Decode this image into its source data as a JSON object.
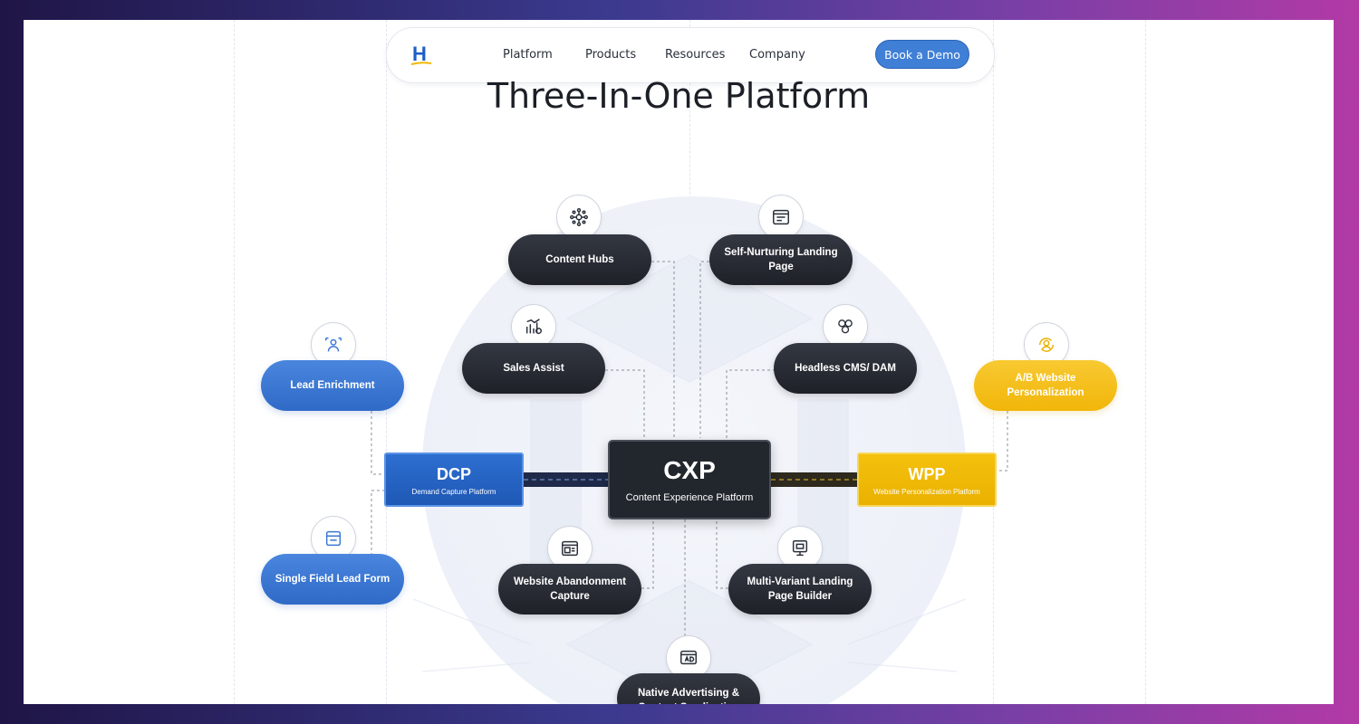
{
  "nav": {
    "logo_letter": "H",
    "items": [
      "Platform",
      "Products",
      "Resources",
      "Company"
    ],
    "cta": "Book a Demo"
  },
  "page_title": "Three-In-One Platform",
  "diagram": {
    "core": {
      "name": "CXP",
      "subtitle": "Content Experience Platform"
    },
    "left": {
      "name": "DCP",
      "subtitle": "Demand Capture Platform"
    },
    "right": {
      "name": "WPP",
      "subtitle": "Website Personalization Platform"
    },
    "nodes": {
      "content_hubs": "Content Hubs",
      "self_nurturing": "Self-Nurturing Landing Page",
      "sales_assist": "Sales Assist",
      "headless_cms": "Headless CMS/ DAM",
      "lead_enrichment": "Lead Enrichment",
      "ab_personalization": "A/B Website Personalization",
      "single_field": "Single Field Lead Form",
      "website_abandonment": "Website Abandonment Capture",
      "multi_variant": "Multi-Variant Landing Page Builder",
      "native_advertising": "Native Advertising & Content Syndication"
    },
    "icons": {
      "content_hubs": "hub-network-icon",
      "self_nurturing": "browser-window-icon",
      "sales_assist": "chart-bars-icon",
      "headless_cms": "cms-hexagons-icon",
      "lead_enrichment": "user-target-icon",
      "ab_personalization": "user-cycle-icon",
      "single_field": "form-window-icon",
      "website_abandonment": "web-page-icon",
      "multi_variant": "monitor-builder-icon",
      "native_advertising": "ad-window-icon"
    },
    "colors": {
      "blue": "#2f6ac7",
      "dark": "#22262d",
      "yellow": "#f1b609"
    }
  }
}
